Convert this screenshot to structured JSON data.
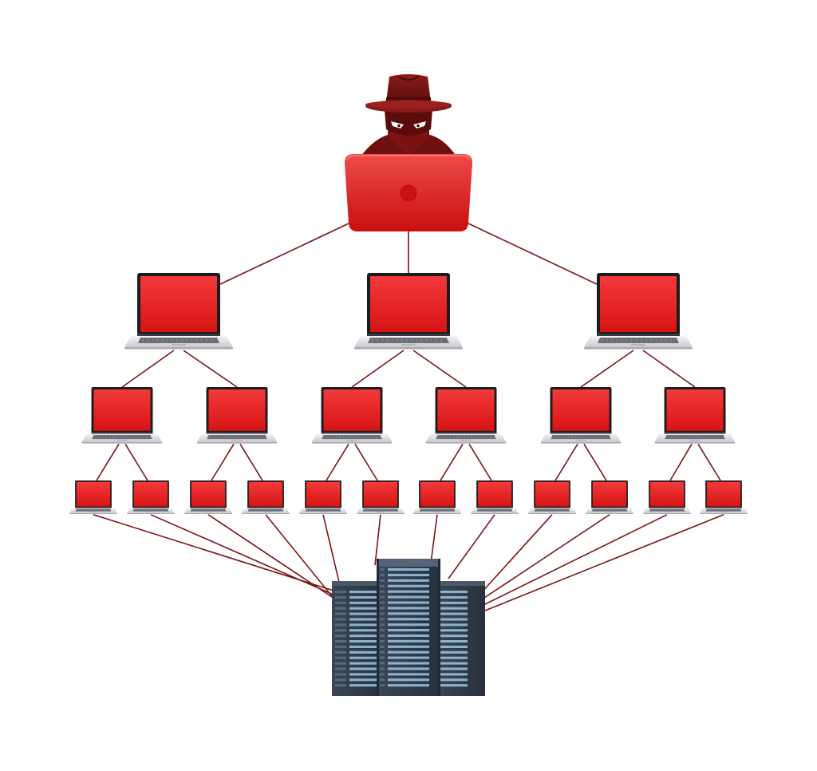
{
  "diagram": {
    "type": "botnet-hierarchy",
    "colors": {
      "background": "#ffffff",
      "connector": "#7a1515",
      "hacker_dark": "#6e1010",
      "hacker_mid": "#8c1a1a",
      "hacker_eyes": "#ffffff",
      "attacker_laptop_top": "#ef4a4a",
      "attacker_laptop_bottom": "#c90f0f",
      "screen_top": "#f23a3a",
      "screen_bottom": "#d81414",
      "bezel": "#1d1d1f",
      "laptop_base": "#e9e9ec",
      "keyboard": "#6b6e75",
      "server_dark": "#2b3441",
      "server_mid": "#3d4a5c",
      "server_slot": "#9cc7e4"
    },
    "nodes": {
      "attacker": {
        "icon": "hacker-icon"
      },
      "level1": {
        "count": 3,
        "icon": "laptop-icon"
      },
      "level2": {
        "count": 6,
        "icon": "laptop-icon"
      },
      "level3": {
        "count": 12,
        "icon": "laptop-icon"
      },
      "target": {
        "icon": "server-rack-icon"
      }
    },
    "edges": {
      "attacker_to_level1": 3,
      "level1_to_level2": 6,
      "level2_to_level3": 12,
      "level3_to_target": 12
    }
  }
}
